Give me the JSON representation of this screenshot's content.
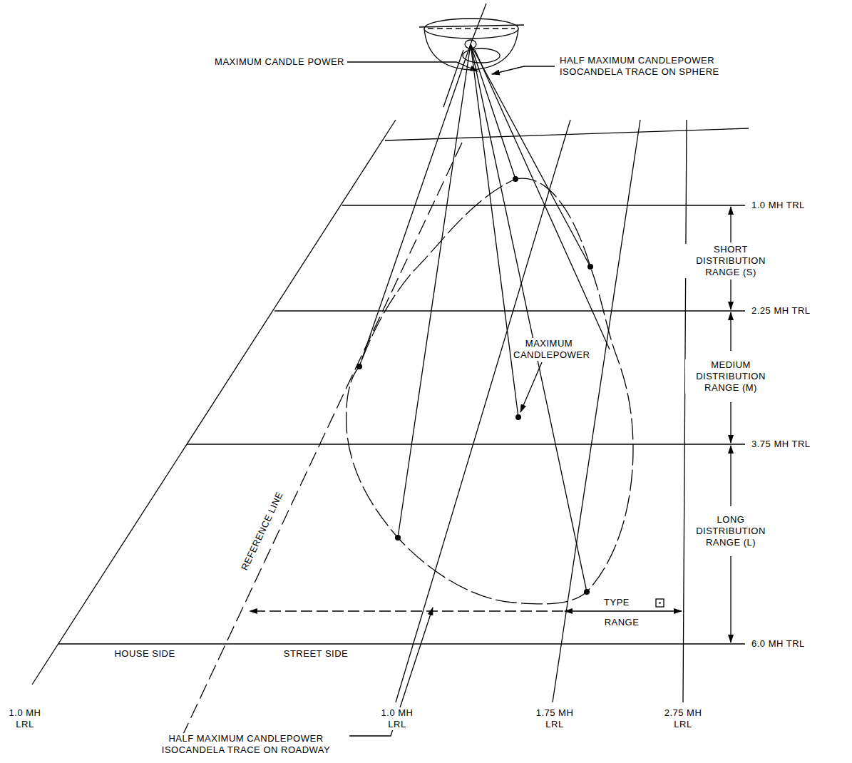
{
  "diagram": {
    "labels": [
      "MAXIMUM CANDLE POWER",
      "HALF MAXIMUM CANDLEPOWER ISOCANDELA TRACE ON SPHERE",
      "1.0 MH TRL",
      "SHORT DISTRIBUTION RANGE (S)",
      "2.25 MH TRL",
      "MEDIUM DISTRIBUTION RANGE (M)",
      "MAXIMUM CANDLEPOWER",
      "3.75 MH TRL",
      "LONG DISTRIBUTION RANGE (L)",
      "REFERENCE LINE",
      "TYPE",
      "RANGE",
      "6.0 MH TRL",
      "HOUSE SIDE",
      "STREET SIDE",
      "1.0 MH LRL",
      "1.0 MH LRL",
      "1.75 MH LRL",
      "2.75 MH LRL",
      "HALF MAXIMUM CANDLEPOWER ISOCANDELA TRACE ON ROADWAY"
    ]
  }
}
